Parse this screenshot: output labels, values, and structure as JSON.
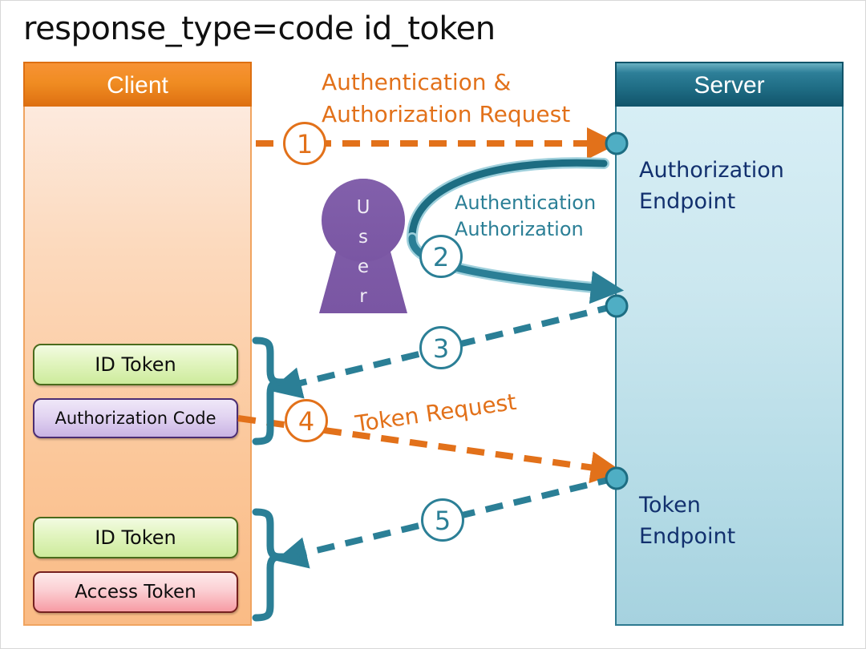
{
  "title": "response_type=code id_token",
  "colors": {
    "orange_accent": "#E2711A",
    "orange_header": "#F08C22",
    "teal_accent": "#2B7F96",
    "teal_header": "#1E6B83",
    "endpoint_text": "#12306E",
    "user_fill": "#7D5AA6",
    "token_green": "#CDEB9C",
    "token_purple": "#C9B3E4",
    "token_pink": "#F79BA4"
  },
  "client": {
    "header": "Client",
    "tokens": [
      {
        "label": "ID Token",
        "style": "green"
      },
      {
        "label": "Authorization Code",
        "style": "purple"
      },
      {
        "label": "ID Token",
        "style": "green"
      },
      {
        "label": "Access Token",
        "style": "pink"
      }
    ]
  },
  "server": {
    "header": "Server",
    "endpoints": [
      {
        "line1": "Authorization",
        "line2": "Endpoint"
      },
      {
        "line1": "Token",
        "line2": "Endpoint"
      }
    ]
  },
  "user": {
    "label": "User",
    "letters": [
      "U",
      "s",
      "e",
      "r"
    ]
  },
  "flow": {
    "steps": [
      {
        "number": "1",
        "label_line1": "Authentication &",
        "label_line2": "Authorization Request",
        "color": "orange",
        "direction": "client-to-server",
        "style": "dashed"
      },
      {
        "number": "2",
        "label_line1": "Authentication",
        "label_line2": "Authorization",
        "color": "teal",
        "direction": "user-to-server",
        "style": "solid-curved"
      },
      {
        "number": "3",
        "label_line1": "",
        "label_line2": "",
        "color": "teal",
        "direction": "server-to-client",
        "style": "dashed"
      },
      {
        "number": "4",
        "label_line1": "Token Request",
        "label_line2": "",
        "color": "orange",
        "direction": "client-to-server",
        "style": "dashed"
      },
      {
        "number": "5",
        "label_line1": "",
        "label_line2": "",
        "color": "teal",
        "direction": "server-to-client",
        "style": "dashed"
      }
    ]
  }
}
